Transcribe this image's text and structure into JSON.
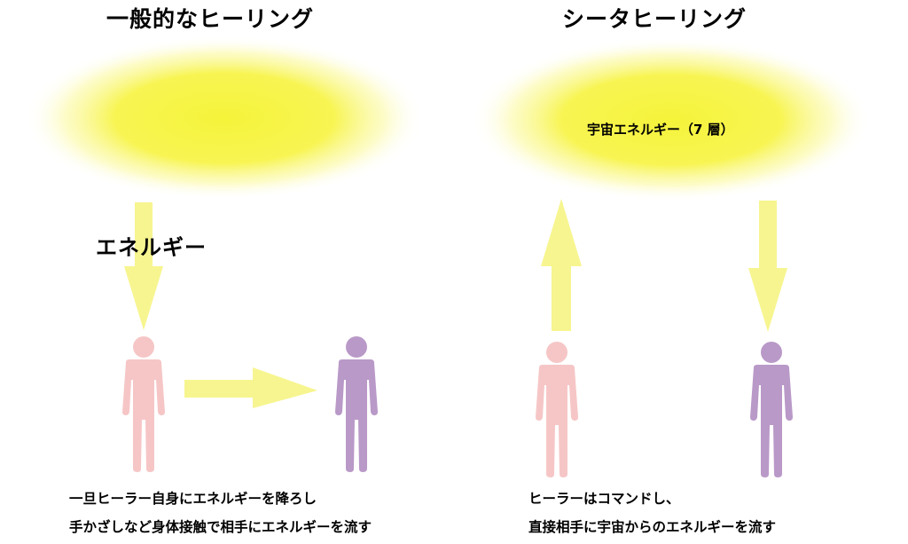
{
  "left_panel": {
    "title": "一般的なヒーリング",
    "energy_label": "エネルギー",
    "caption_line1": "一旦ヒーラー自身にエネルギーを降ろし",
    "caption_line2": "手かざしなど身体接触で相手にエネルギーを流す"
  },
  "right_panel": {
    "title": "シータヒーリング",
    "cloud_label": "宇宙エネルギー（7 層）",
    "caption_line1": "ヒーラーはコマンドし、",
    "caption_line2": "直接相手に宇宙からのエネルギーを流す"
  },
  "colors": {
    "energy_glow": "#f6f33a",
    "arrow": "#f7f590",
    "healer_figure": "#f6c6c6",
    "recipient_figure": "#b999c8"
  },
  "icons": {
    "healer": "person-icon",
    "recipient": "person-icon"
  }
}
